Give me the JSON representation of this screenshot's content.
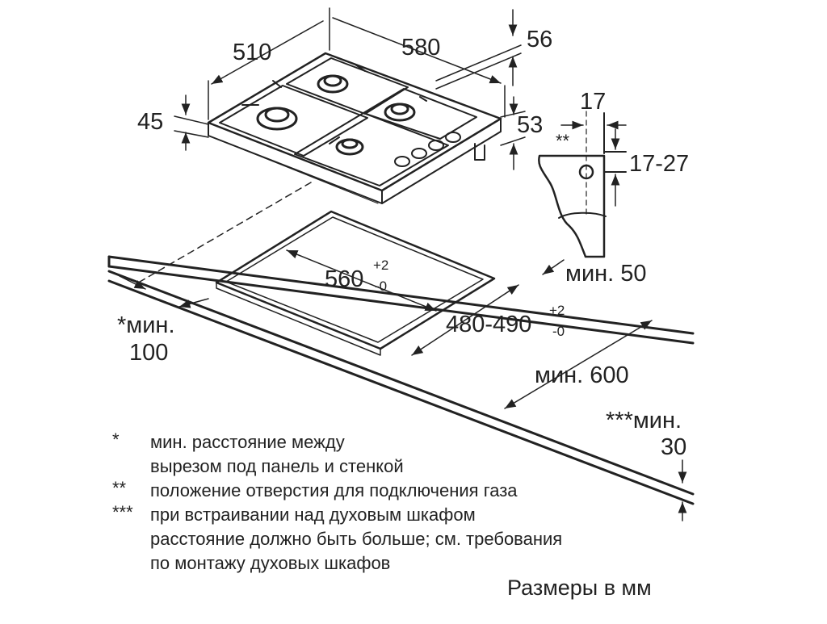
{
  "dimensions": {
    "hob_depth": "510",
    "hob_width": "580",
    "top_right_height": "56",
    "hob_thickness": "45",
    "burner_offset": "53",
    "side_offset": "17",
    "side_range": "17-27",
    "side_mark": "**",
    "cutout_width": "560",
    "cutout_width_tol_plus": "+2",
    "cutout_width_tol_minus": "-0",
    "cutout_depth": "480-490",
    "cutout_depth_tol_plus": "+2",
    "cutout_depth_tol_minus": "-0",
    "min_back": "мин. 50",
    "min_side_line1": "*мин.",
    "min_side_line2": "100",
    "min_depth": "мин. 600",
    "min_oven_line1": "***мин.",
    "min_oven_line2": "30"
  },
  "notes": [
    {
      "mark": "*",
      "lines": [
        "мин. расстояние между",
        "вырезом под панель и стенкой"
      ]
    },
    {
      "mark": "**",
      "lines": [
        "положение отверстия для подключения газа"
      ]
    },
    {
      "mark": "***",
      "lines": [
        "при встраивании над духовым шкафом",
        "расстояние должно быть больше; см. требования",
        "по монтажу духовых шкафов"
      ]
    }
  ],
  "units_label": "Размеры в мм",
  "colors": {
    "line": "#222222",
    "background": "#ffffff"
  }
}
